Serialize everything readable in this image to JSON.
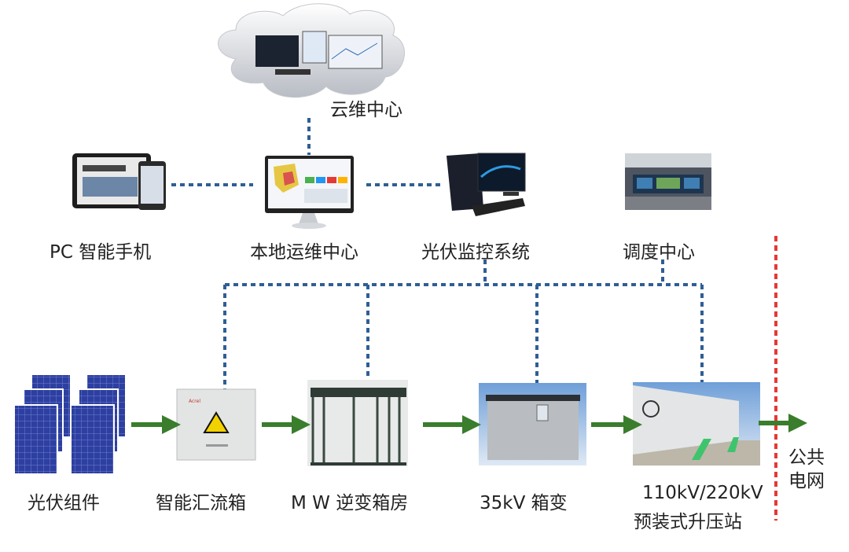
{
  "nodes": {
    "cloud_center": "云维中心",
    "pc_phone": "PC  智能手机",
    "local_center": "本地运维中心",
    "pv_monitor": "光伏监控系统",
    "dispatch_center": "调度中心",
    "pv_modules": "光伏组件",
    "combiner_box": "智能汇流箱",
    "inverter_room": "M W 逆变箱房",
    "box_transformer": "35kV  箱变",
    "substation_line1": "110kV/220kV",
    "substation_line2": "预装式升压站",
    "grid_line1": "公共",
    "grid_line2": "电网"
  },
  "colors": {
    "comm_line": "#2f5e95",
    "power_arrow": "#3a7d2c",
    "grid_boundary": "#e53935"
  }
}
